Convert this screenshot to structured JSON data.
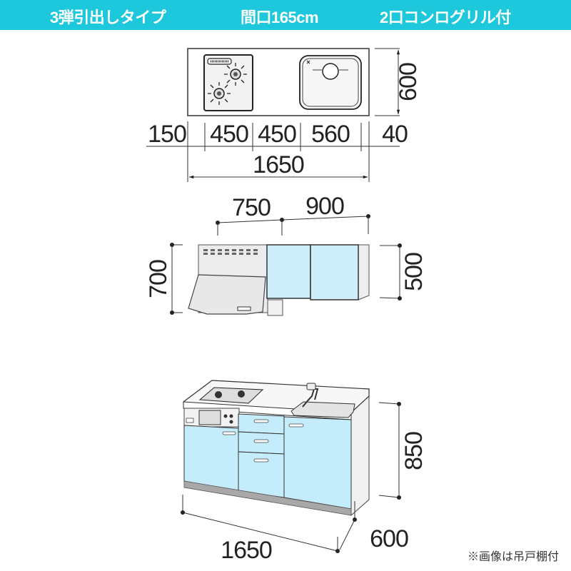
{
  "banner": {
    "type": "3弾引出しタイプ",
    "width": "間口165cm",
    "stove": "2口コンログリル付",
    "color": "#1ec8dc"
  },
  "plan_view": {
    "depth": "600",
    "segments": [
      "150",
      "450",
      "450",
      "560",
      "40"
    ],
    "total_width": "1650"
  },
  "wall_cabinet_view": {
    "hood_width": "750",
    "cabinet_width": "900",
    "hood_height": "700",
    "cabinet_height": "500",
    "door_color": "#cdeefa"
  },
  "base_cabinet_view": {
    "height": "850",
    "width": "1650",
    "depth": "600",
    "door_color": "#c5ecfa",
    "plinth_color": "#a8a8a8"
  },
  "footnote": "※画像は吊戸棚付"
}
